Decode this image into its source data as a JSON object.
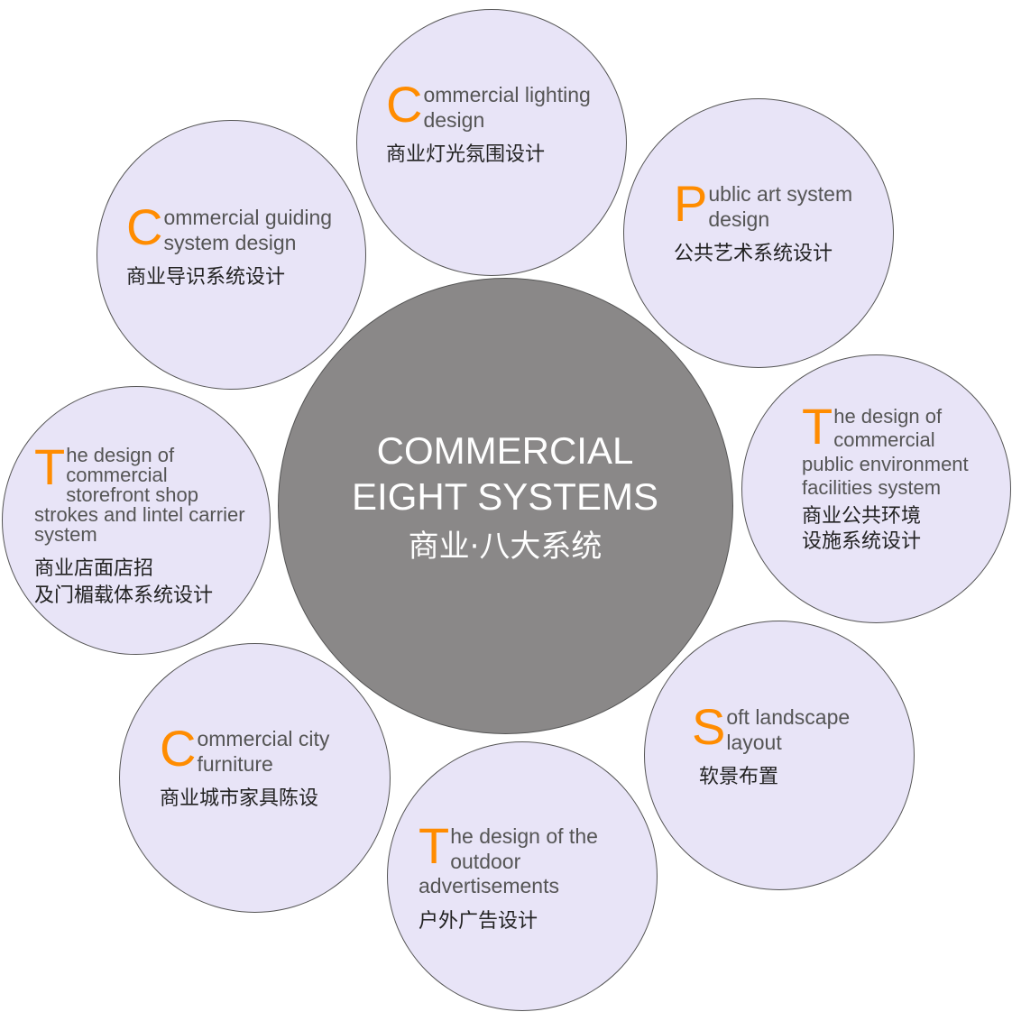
{
  "center": {
    "title_en": "COMMERCIAL\nEIGHT SYSTEMS",
    "title_cn": "商业·八大系统"
  },
  "systems": [
    {
      "initial": "C",
      "rest": "ommercial lighting design",
      "cn": "商业灯光氛围设计"
    },
    {
      "initial": "P",
      "rest": "ublic art system design",
      "cn": "公共艺术系统设计"
    },
    {
      "initial": "T",
      "rest": "he design of commercial public environment facilities system",
      "cn": "商业公共环境\n设施系统设计"
    },
    {
      "initial": "S",
      "rest": "oft landscape layout",
      "cn": "软景布置"
    },
    {
      "initial": "T",
      "rest": "he design of the outdoor advertisements",
      "cn": "户外广告设计"
    },
    {
      "initial": "C",
      "rest": "ommercial city furniture",
      "cn": "商业城市家具陈设"
    },
    {
      "initial": "T",
      "rest": "he design of commercial storefront shop strokes and lintel carrier system",
      "cn": "商业店面店招\n及门楣载体系统设计"
    },
    {
      "initial": "C",
      "rest": "ommercial guiding system design",
      "cn": "商业导识系统设计"
    }
  ],
  "colors": {
    "accent": "#ff8c00",
    "circle_fill": "#e8e4f7",
    "center_fill": "#8a8888"
  }
}
